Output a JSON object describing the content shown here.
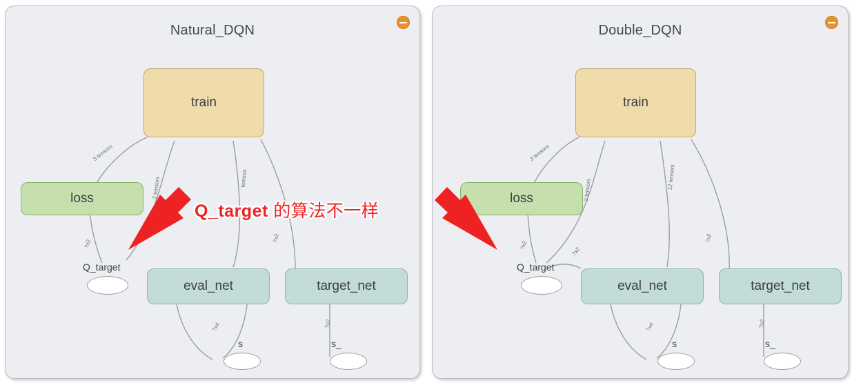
{
  "page": {
    "background": "#ffffff",
    "panel_background": "#eceef2",
    "panel_border": "#b9bcc4"
  },
  "colors": {
    "train_fill": "#f0dcab",
    "train_border": "#bba96f",
    "loss_fill": "#c6e0ad",
    "loss_border": "#8ab06b",
    "net_fill": "#c3dcd9",
    "net_border": "#8fb2ae",
    "ellipse_fill": "#ffffff",
    "edge": "#9a9da3",
    "annotation_red": "#ee2222",
    "collapse_orange": "#e8912d"
  },
  "annotation": {
    "code_text": "Q_target",
    "cn_text": " 的算法不一样",
    "arrow_color": "#ee2222"
  },
  "panels": [
    {
      "id": "natural-dqn",
      "title": "Natural_DQN",
      "collapse_label": "collapse",
      "nodes": [
        {
          "name": "train",
          "label": "train",
          "shape": "box",
          "kind": "train"
        },
        {
          "name": "loss",
          "label": "loss",
          "shape": "box",
          "kind": "loss"
        },
        {
          "name": "eval_net",
          "label": "eval_net",
          "shape": "box",
          "kind": "net"
        },
        {
          "name": "target_net",
          "label": "target_net",
          "shape": "box",
          "kind": "net"
        },
        {
          "name": "Q_target",
          "label": "Q_target",
          "shape": "ellipse",
          "kind": "var"
        },
        {
          "name": "s",
          "label": "s",
          "shape": "ellipse",
          "kind": "var"
        },
        {
          "name": "s_",
          "label": "s_",
          "shape": "ellipse",
          "kind": "var"
        }
      ],
      "edges": [
        {
          "from": "train",
          "to": "loss",
          "label": "3 tensors"
        },
        {
          "from": "train",
          "to": "Q_target",
          "label": "2 tensors"
        },
        {
          "from": "train",
          "to": "eval_net",
          "label": "tensors"
        },
        {
          "from": "train",
          "to": "target_net",
          "label": "?x2"
        },
        {
          "from": "loss",
          "to": "Q_target",
          "label": "?x2"
        },
        {
          "from": "eval_net",
          "to": "s",
          "label": "?x4"
        },
        {
          "from": "target_net",
          "to": "s_",
          "label": "?x2"
        }
      ]
    },
    {
      "id": "double-dqn",
      "title": "Double_DQN",
      "collapse_label": "collapse",
      "nodes": [
        {
          "name": "train",
          "label": "train",
          "shape": "box",
          "kind": "train"
        },
        {
          "name": "loss",
          "label": "loss",
          "shape": "box",
          "kind": "loss"
        },
        {
          "name": "eval_net",
          "label": "eval_net",
          "shape": "box",
          "kind": "net"
        },
        {
          "name": "target_net",
          "label": "target_net",
          "shape": "box",
          "kind": "net"
        },
        {
          "name": "Q_target",
          "label": "Q_target",
          "shape": "ellipse",
          "kind": "var"
        },
        {
          "name": "s",
          "label": "s",
          "shape": "ellipse",
          "kind": "var"
        },
        {
          "name": "s_",
          "label": "s_",
          "shape": "ellipse",
          "kind": "var"
        }
      ],
      "edges": [
        {
          "from": "train",
          "to": "loss",
          "label": "3 tensors"
        },
        {
          "from": "train",
          "to": "Q_target",
          "label": "2 tensors"
        },
        {
          "from": "train",
          "to": "eval_net",
          "label": "12 tensors"
        },
        {
          "from": "train",
          "to": "target_net",
          "label": "?x2"
        },
        {
          "from": "loss",
          "to": "Q_target",
          "label": "?x2"
        },
        {
          "from": "eval_net",
          "to": "Q_target",
          "label": "?x2"
        },
        {
          "from": "eval_net",
          "to": "s",
          "label": "?x4"
        },
        {
          "from": "target_net",
          "to": "s_",
          "label": "?x2"
        }
      ]
    }
  ]
}
